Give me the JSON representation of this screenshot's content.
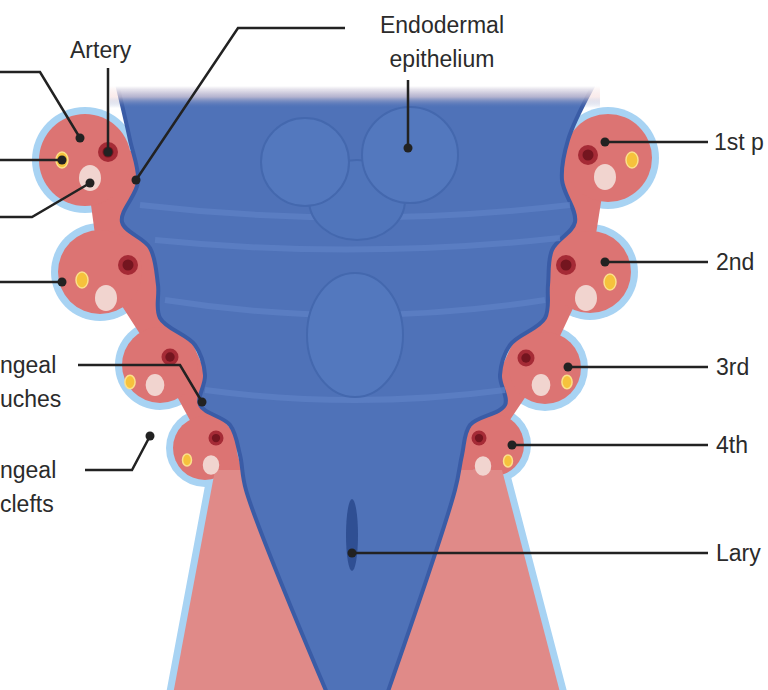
{
  "diagram": {
    "labels": [
      "Artery",
      "Endodermal epithelium",
      "1st p",
      "2nd",
      "3rd",
      "4th",
      "Lary",
      "ngeal uches",
      "ngeal clefts"
    ]
  }
}
